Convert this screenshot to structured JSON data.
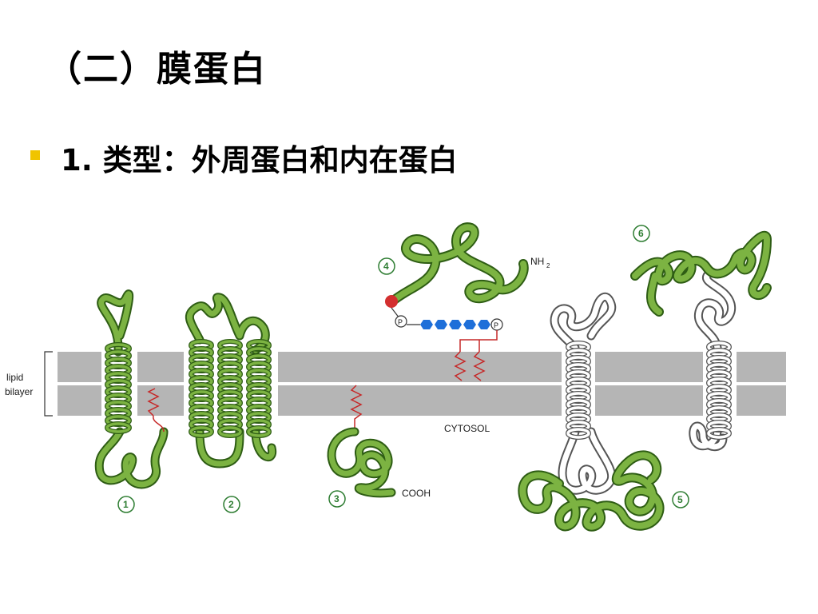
{
  "slide": {
    "title": "（二）膜蛋白",
    "bullet": "1. 类型：外周蛋白和内在蛋白"
  },
  "diagram": {
    "labels": {
      "lipid_bilayer": [
        "lipid",
        "bilayer"
      ],
      "cytosol": "CYTOSOL",
      "nh2": "NH",
      "nh2_sub": "2",
      "cooh": "COOH",
      "phosphate": "P"
    },
    "protein_numbers": [
      "1",
      "2",
      "3",
      "4",
      "5",
      "6"
    ],
    "colors": {
      "protein_green": "#7cb342",
      "protein_outline": "#2e5d14",
      "membrane_gray": "#b5b5b5",
      "anchor_red": "#d32f2f",
      "sugar_blue": "#1e6fd9",
      "number_green": "#2e7d32",
      "bullet_yellow": "#f0c400"
    }
  }
}
